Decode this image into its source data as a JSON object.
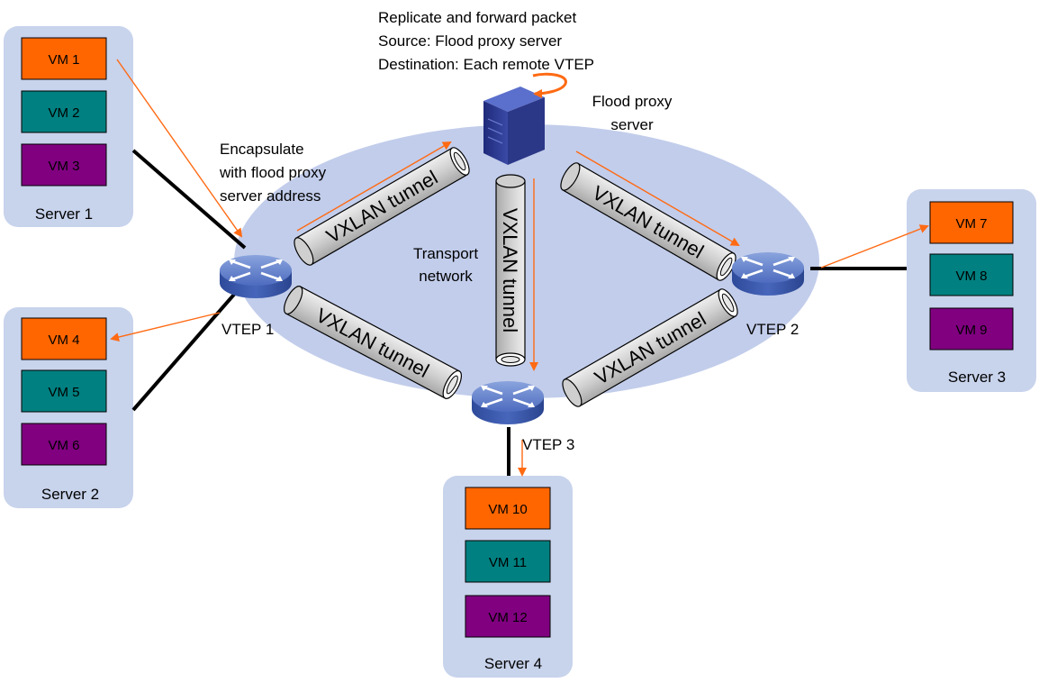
{
  "colors": {
    "panel": "#c8d3ec",
    "network": "#c2cdeb",
    "vm_orange": "#ff6600",
    "vm_teal": "#008080",
    "vm_purple": "#800080",
    "arrow": "#ff6a13",
    "tunnel": "#d4d4d4"
  },
  "annotation": {
    "line1": "Replicate and forward packet",
    "line2": "Source: Flood proxy server",
    "line3": "Destination: Each remote VTEP"
  },
  "flood_proxy_label": {
    "line1": "Flood proxy",
    "line2": "server"
  },
  "encapsulate_label": {
    "line1": "Encapsulate",
    "line2": "with flood proxy",
    "line3": "server address"
  },
  "transport_label": {
    "line1": "Transport",
    "line2": "network"
  },
  "tunnel_label": "VXLAN tunnel",
  "vteps": [
    "VTEP 1",
    "VTEP 2",
    "VTEP 3"
  ],
  "servers": [
    {
      "name": "Server 1",
      "vms": [
        "VM 1",
        "VM 2",
        "VM 3"
      ]
    },
    {
      "name": "Server 2",
      "vms": [
        "VM 4",
        "VM 5",
        "VM 6"
      ]
    },
    {
      "name": "Server 3",
      "vms": [
        "VM 7",
        "VM 8",
        "VM 9"
      ]
    },
    {
      "name": "Server 4",
      "vms": [
        "VM 10",
        "VM 11",
        "VM 12"
      ]
    }
  ]
}
